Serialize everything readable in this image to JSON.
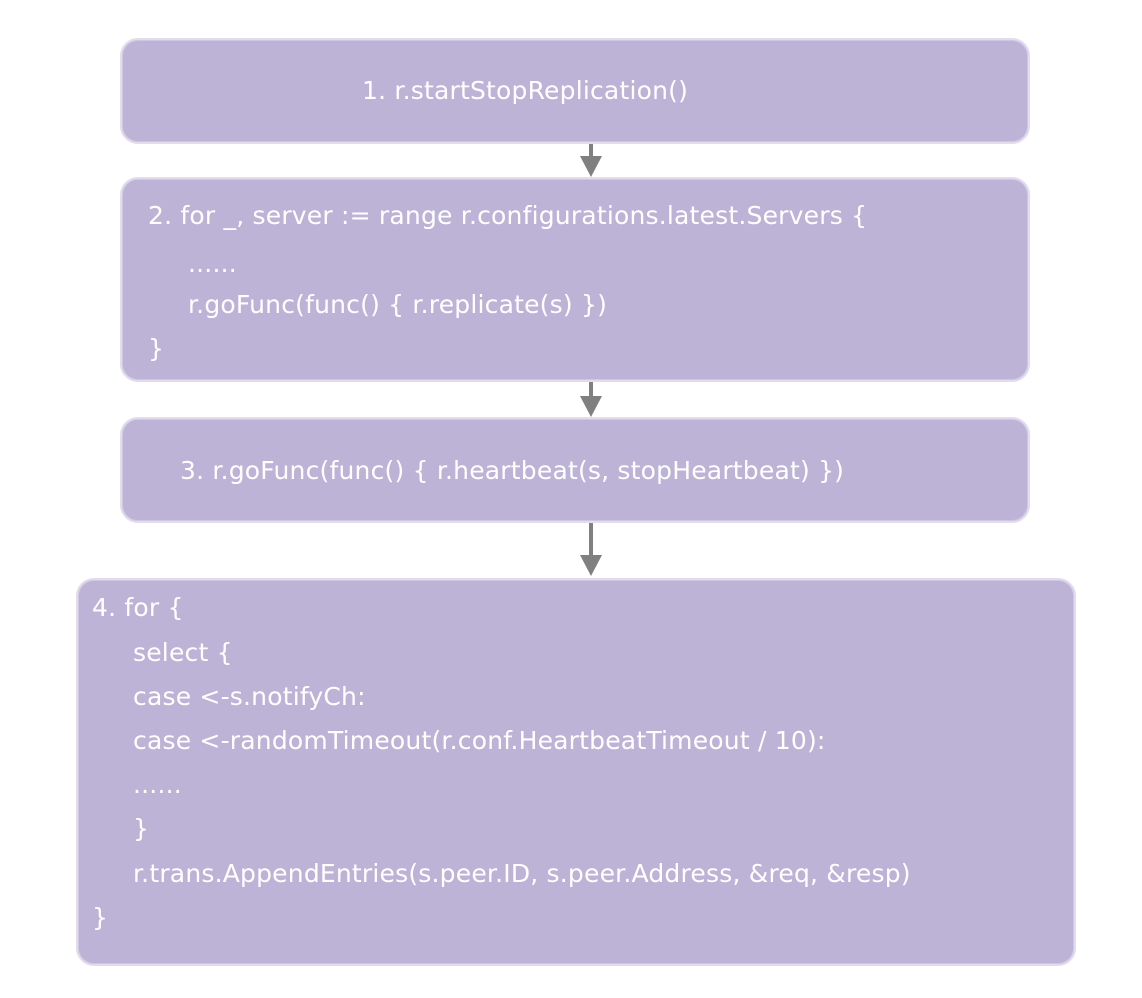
{
  "steps": [
    {
      "lines": [
        "1. r.startStopReplication()"
      ]
    },
    {
      "lines": [
        "2. for _, server := range r.configurations.latest.Servers {",
        "......",
        "r.goFunc(func() { r.replicate(s) })",
        "}"
      ]
    },
    {
      "lines": [
        "3. r.goFunc(func() { r.heartbeat(s, stopHeartbeat) })"
      ]
    },
    {
      "lines": [
        "4. for {",
        "select {",
        "case <-s.notifyCh:",
        "case <-randomTimeout(r.conf.HeartbeatTimeout / 10):",
        "......",
        "}",
        "r.trans.AppendEntries(s.peer.ID, s.peer.Address, &req, &resp)",
        "}"
      ]
    }
  ],
  "colors": {
    "box_fill": "#bdb3d6",
    "box_border": "#e2dced",
    "text": "#ffffff",
    "arrow": "#808080"
  }
}
